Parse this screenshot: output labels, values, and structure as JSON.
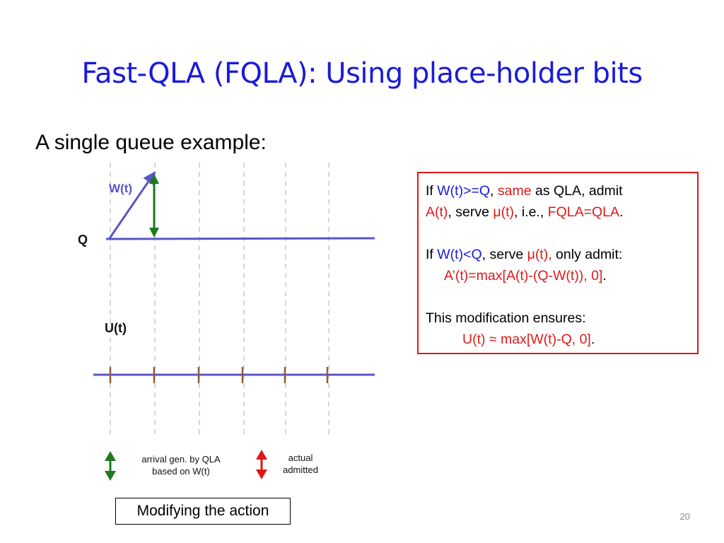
{
  "slide": {
    "title": "Fast-QLA (FQLA): Using place-holder bits",
    "subtitle": "A single queue example:",
    "page_number": "20"
  },
  "diagram": {
    "w_label": "W(t)",
    "q_label": "Q",
    "u_label": "U(t)",
    "legend": {
      "green_line1": "arrival gen. by QLA",
      "green_line2": "based on W(t)",
      "red_line1": "actual",
      "red_line2": "admitted"
    },
    "colors": {
      "line_blue": "#5a55c8",
      "green_arrow": "#1e7a1e",
      "red_arrow": "#e01818",
      "tick_brown": "#8b5a3c"
    }
  },
  "note": {
    "l1_a": "If ",
    "l1_b": "W(t)>=Q",
    "l1_c": ", ",
    "l1_d": "same",
    "l1_e": " as QLA, admit",
    "l2_a": "A(t)",
    "l2_b": ", serve ",
    "l2_c": "μ(t)",
    "l2_d": ", i.e., ",
    "l2_e": "FQLA=QLA",
    "l2_f": ".",
    "l3_a": "If ",
    "l3_b": "W(t)<Q",
    "l3_c": ", serve ",
    "l3_d": "μ(t),",
    "l3_e": " only admit:",
    "l4_a": "A’(t)=max[A(t)-(Q-W(t)), 0]",
    "l4_b": ".",
    "l5": "This modification ensures:",
    "l6_a": "U(t) ≈ max[W(t)-Q, 0]",
    "l6_b": "."
  },
  "caption": "Modifying the action"
}
